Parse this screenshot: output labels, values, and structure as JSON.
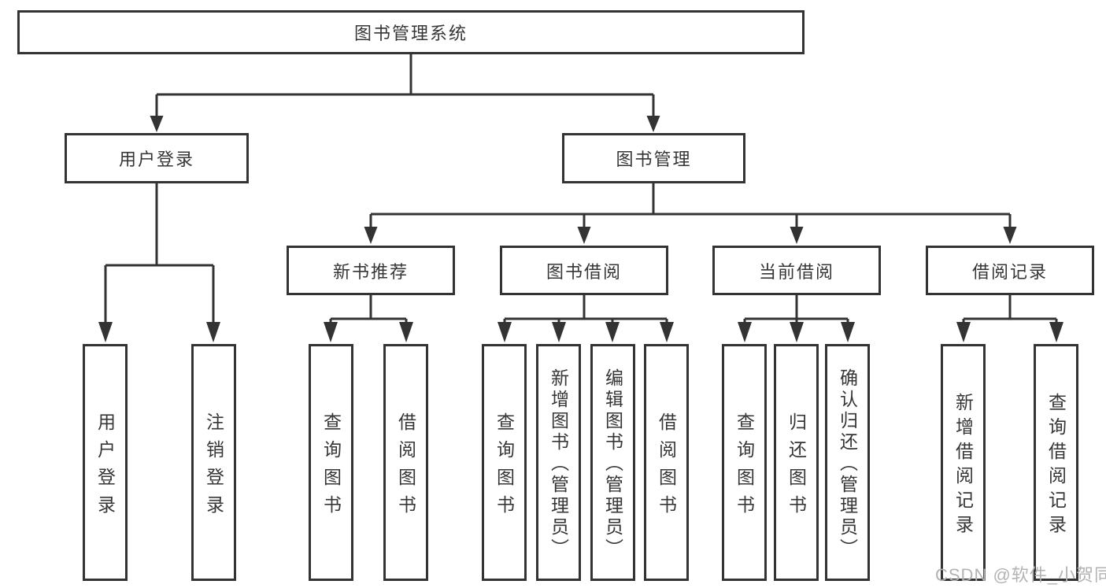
{
  "tree": {
    "label": "图书管理系统",
    "children": [
      {
        "label": "用户登录",
        "children": [
          {
            "label": "用户登录"
          },
          {
            "label": "注销登录"
          }
        ]
      },
      {
        "label": "图书管理",
        "children": [
          {
            "label": "新书推荐",
            "children": [
              {
                "label": "查询图书"
              },
              {
                "label": "借阅图书"
              }
            ]
          },
          {
            "label": "图书借阅",
            "children": [
              {
                "label": "查询图书"
              },
              {
                "label": "新增图书（管理员）"
              },
              {
                "label": "编辑图书（管理员）"
              },
              {
                "label": "借阅图书"
              }
            ]
          },
          {
            "label": "当前借阅",
            "children": [
              {
                "label": "查询图书"
              },
              {
                "label": "归还图书"
              },
              {
                "label": "确认归还（管理员）"
              }
            ]
          },
          {
            "label": "借阅记录",
            "children": [
              {
                "label": "新增借阅记录"
              },
              {
                "label": "查询借阅记录"
              }
            ]
          }
        ]
      }
    ]
  },
  "watermark": "CSDN @软件_小贺同学",
  "colors": {
    "line": "#333333",
    "text": "#363636",
    "watermark": "#b5b2b2",
    "background": "#ffffff"
  }
}
